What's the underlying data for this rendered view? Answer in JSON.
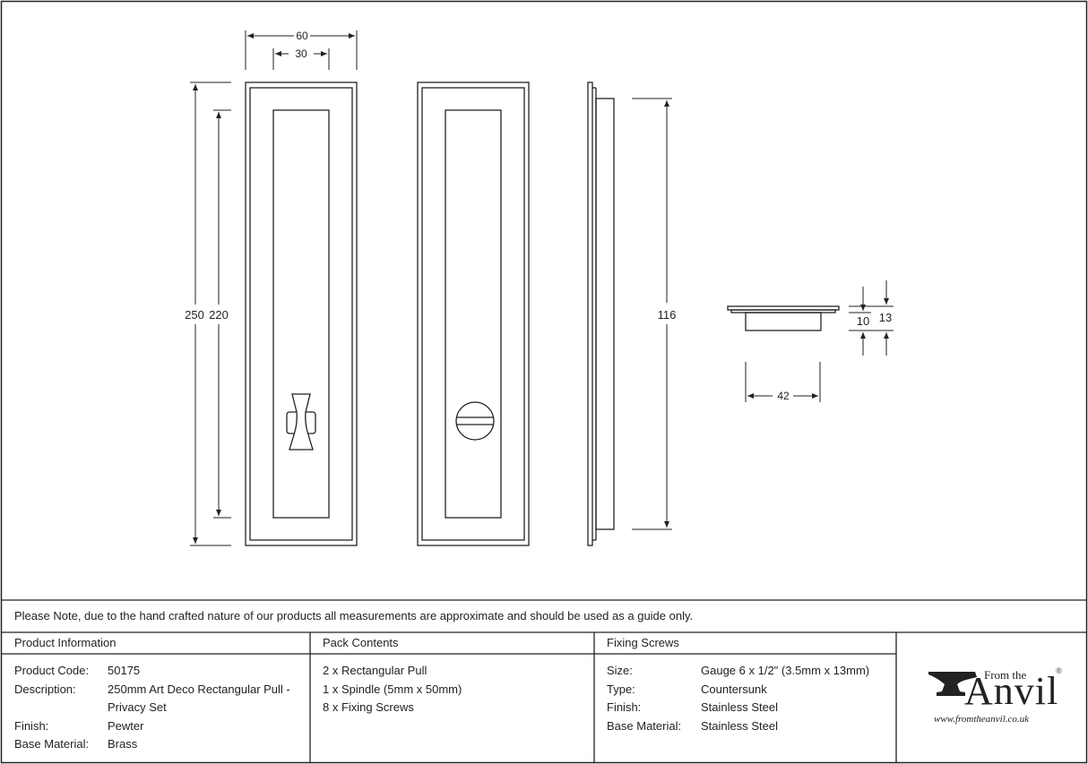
{
  "drawing": {
    "dimensions": {
      "width_outer": "60",
      "width_inner": "30",
      "height_outer": "250",
      "height_inner": "220",
      "side_height": "116",
      "spindle_width": "42",
      "spindle_depth_a": "10",
      "spindle_depth_b": "13"
    }
  },
  "note": "Please Note, due to the hand crafted nature of our products all measurements are approximate and should be used as a guide only.",
  "product_info": {
    "heading": "Product Information",
    "rows": [
      {
        "label": "Product Code:",
        "value": "50175"
      },
      {
        "label": "Description:",
        "value": "250mm Art Deco Rectangular Pull -"
      },
      {
        "label": "",
        "value": "Privacy Set"
      },
      {
        "label": "Finish:",
        "value": "Pewter"
      },
      {
        "label": "Base Material:",
        "value": "Brass"
      }
    ]
  },
  "pack_contents": {
    "heading": "Pack Contents",
    "items": [
      "2 x Rectangular Pull",
      "1 x Spindle (5mm x 50mm)",
      "8 x Fixing Screws"
    ]
  },
  "fixing_screws": {
    "heading": "Fixing Screws",
    "rows": [
      {
        "label": "Size:",
        "value": "Gauge 6 x 1/2\" (3.5mm x 13mm)"
      },
      {
        "label": "Type:",
        "value": "Countersunk"
      },
      {
        "label": "Finish:",
        "value": "Stainless Steel"
      },
      {
        "label": "Base Material:",
        "value": "Stainless Steel"
      }
    ]
  },
  "logo": {
    "from_the": "From the",
    "anvil": "Anvil",
    "registered": "®",
    "url": "www.fromtheanvil.co.uk"
  }
}
